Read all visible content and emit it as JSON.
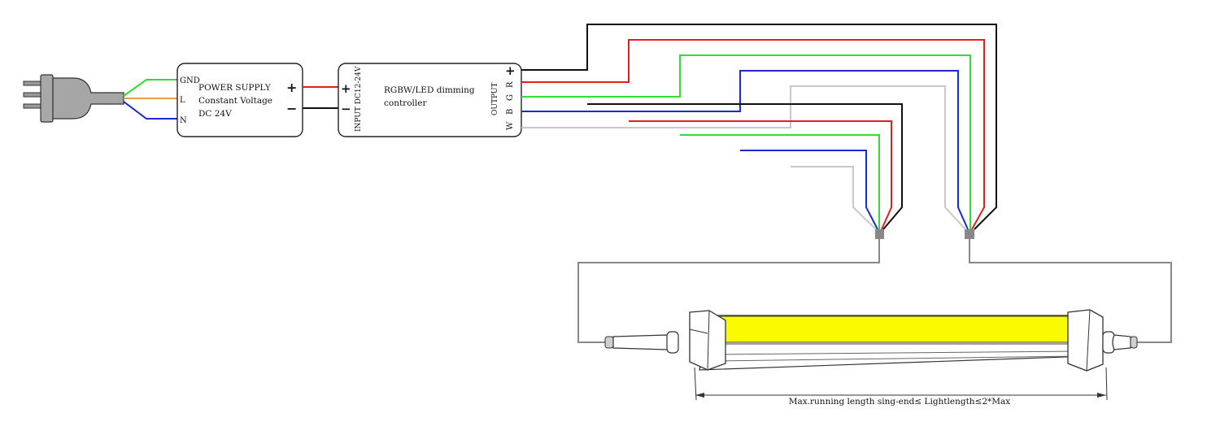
{
  "power_supply": {
    "title": "POWER SUPPLY",
    "line2": "Constant Voltage",
    "line3": "DC 24V",
    "pin_gnd": "GND",
    "pin_l": "L",
    "pin_n": "N",
    "plus": "+",
    "minus": "−"
  },
  "controller": {
    "name_line1": "RGBW/LED dimming",
    "name_line2": "controller",
    "input_label": "INPUT DC12-24V",
    "output_label": "OUTPUT",
    "in_plus": "+",
    "in_minus": "−",
    "out_plus": "+",
    "out_r": "R",
    "out_g": "G",
    "out_b": "B",
    "out_w": "W"
  },
  "dimension_note": "Max.running length sing-end≤ Lightlength≤2*Max",
  "colors": {
    "black": "#111111",
    "red": "#e02020",
    "green": "#33dd33",
    "blue": "#1a2bd0",
    "white": "#c8c8c8",
    "orange": "#e8a040",
    "gray": "#888888",
    "led": "#fafa00"
  }
}
